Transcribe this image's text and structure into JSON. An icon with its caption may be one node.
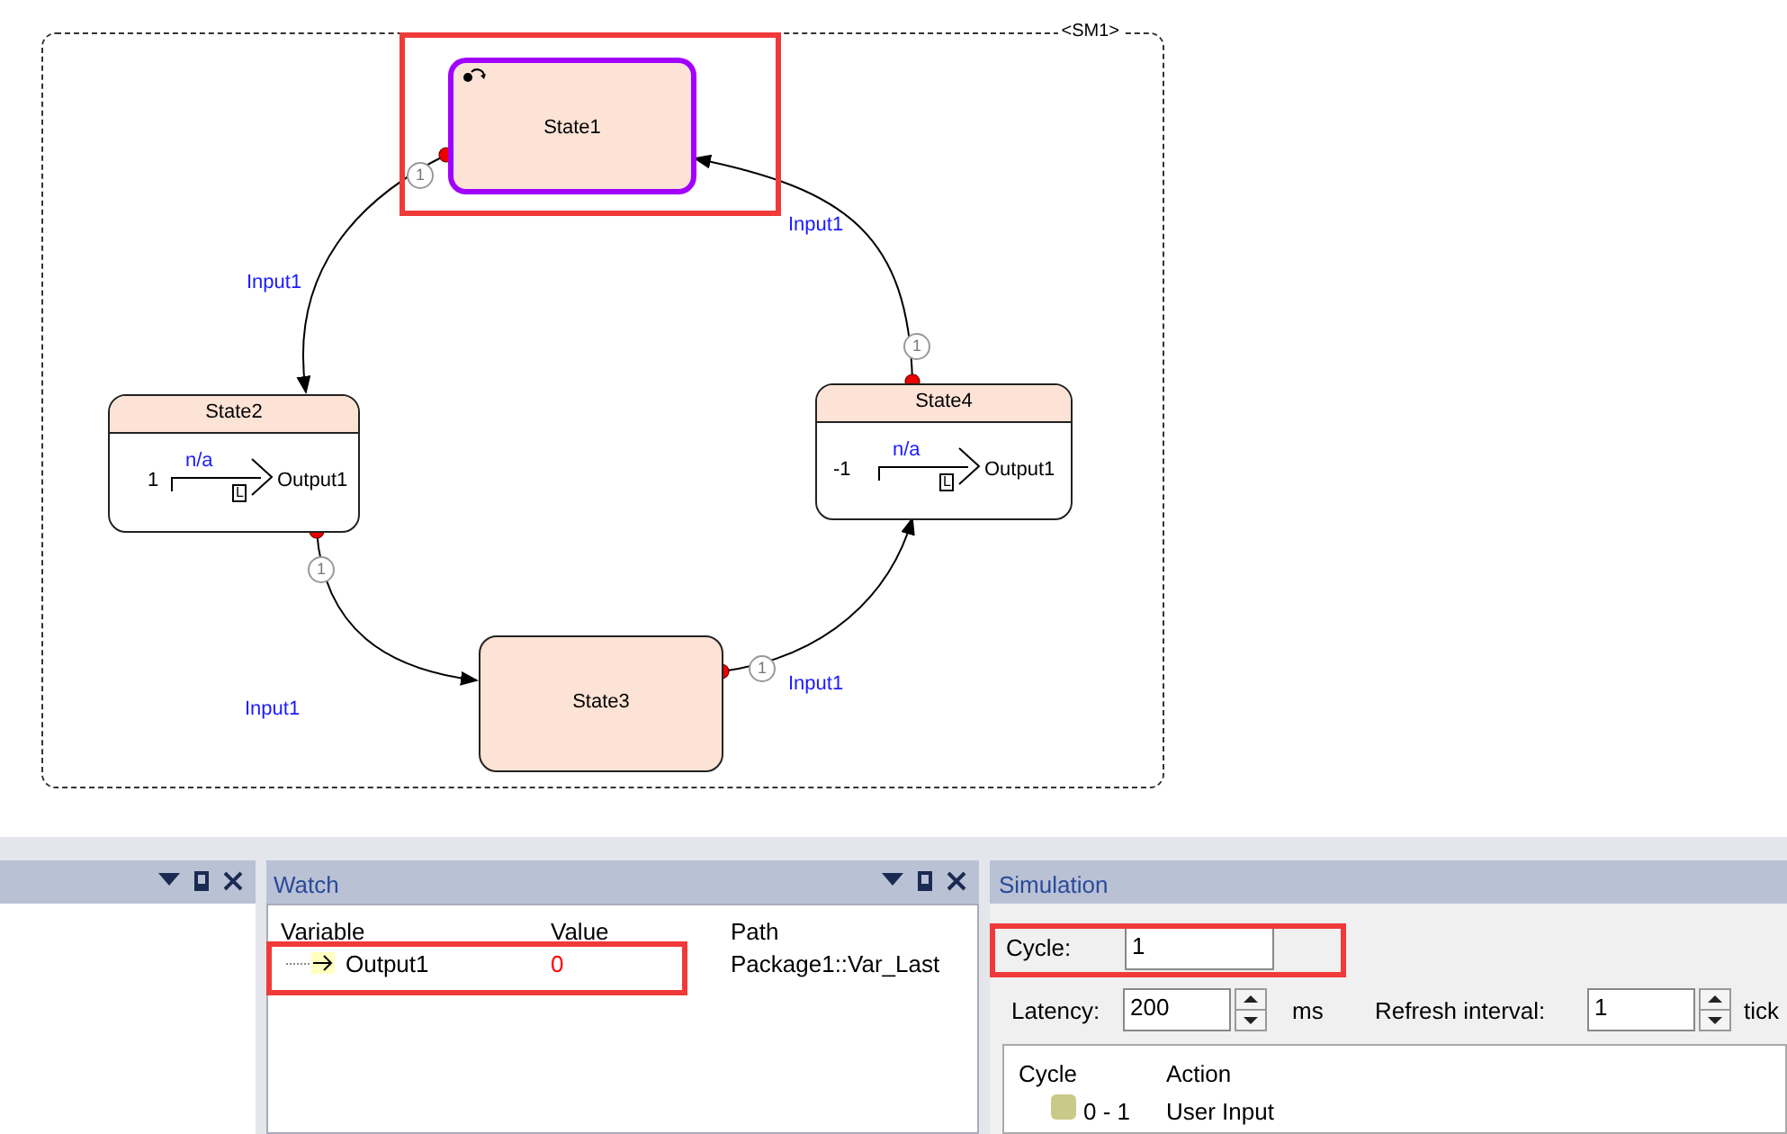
{
  "diagram": {
    "nodes": [
      {
        "text": [
          "<SM1>"
        ]
      },
      {
        "text": [
          "State1"
        ],
        "in": 0
      },
      {
        "text": [
          "State2",
          "1",
          "n/a",
          "L",
          "Output1"
        ],
        "in": 0
      },
      {
        "text": [
          "State4",
          "-1",
          "n/a",
          "L",
          "Output1"
        ],
        "in": 0
      },
      {
        "text": [
          "State3"
        ],
        "in": 0
      }
    ],
    "edges": [
      {
        "from": 1,
        "to": 2,
        "arrow": "to",
        "label": "Input1"
      },
      {
        "from": 2,
        "to": 4,
        "arrow": "to",
        "label": "Input1"
      },
      {
        "from": 4,
        "to": 3,
        "arrow": "to",
        "label": "Input1"
      },
      {
        "from": 3,
        "to": 1,
        "arrow": "to",
        "label": "Input1"
      }
    ],
    "labels": [
      "1",
      "1",
      "1",
      "1",
      "Watch",
      "Variable",
      "Value",
      "Path",
      "Output1",
      "0",
      "Package1::Var_Last",
      "Simulation",
      "Cycle:",
      "1",
      "Latency:",
      "200",
      "ms",
      "Refresh interval:",
      "1",
      "tick",
      "Cycle",
      "Action",
      "0 - 1",
      "User Input"
    ]
  }
}
